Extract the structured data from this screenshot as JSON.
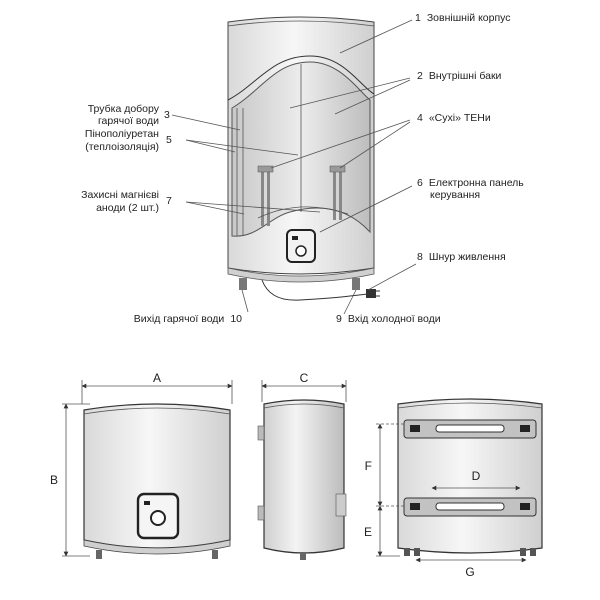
{
  "callouts": [
    {
      "num": "1",
      "text": "Зовнішній корпус"
    },
    {
      "num": "2",
      "text": "Внутрішні баки"
    },
    {
      "num": "3",
      "lines": [
        "Трубка добору",
        "гарячої води"
      ]
    },
    {
      "num": "4",
      "text": "«Сухі» ТЕНи"
    },
    {
      "num": "5",
      "lines": [
        "Пінополіуретан",
        "(теплоізоляція)"
      ]
    },
    {
      "num": "6",
      "lines": [
        "Електронна панель",
        "керування"
      ]
    },
    {
      "num": "7",
      "lines": [
        "Захисні магнієві",
        "аноди (2 шт.)"
      ]
    },
    {
      "num": "8",
      "text": "Шнур живлення"
    },
    {
      "num": "9",
      "text": "Вхід холодної води"
    },
    {
      "num": "10",
      "text": "Вихід гарячої води"
    }
  ],
  "dimensions": {
    "A": "A",
    "B": "B",
    "C": "C",
    "D": "D",
    "E": "E",
    "F": "F",
    "G": "G"
  }
}
